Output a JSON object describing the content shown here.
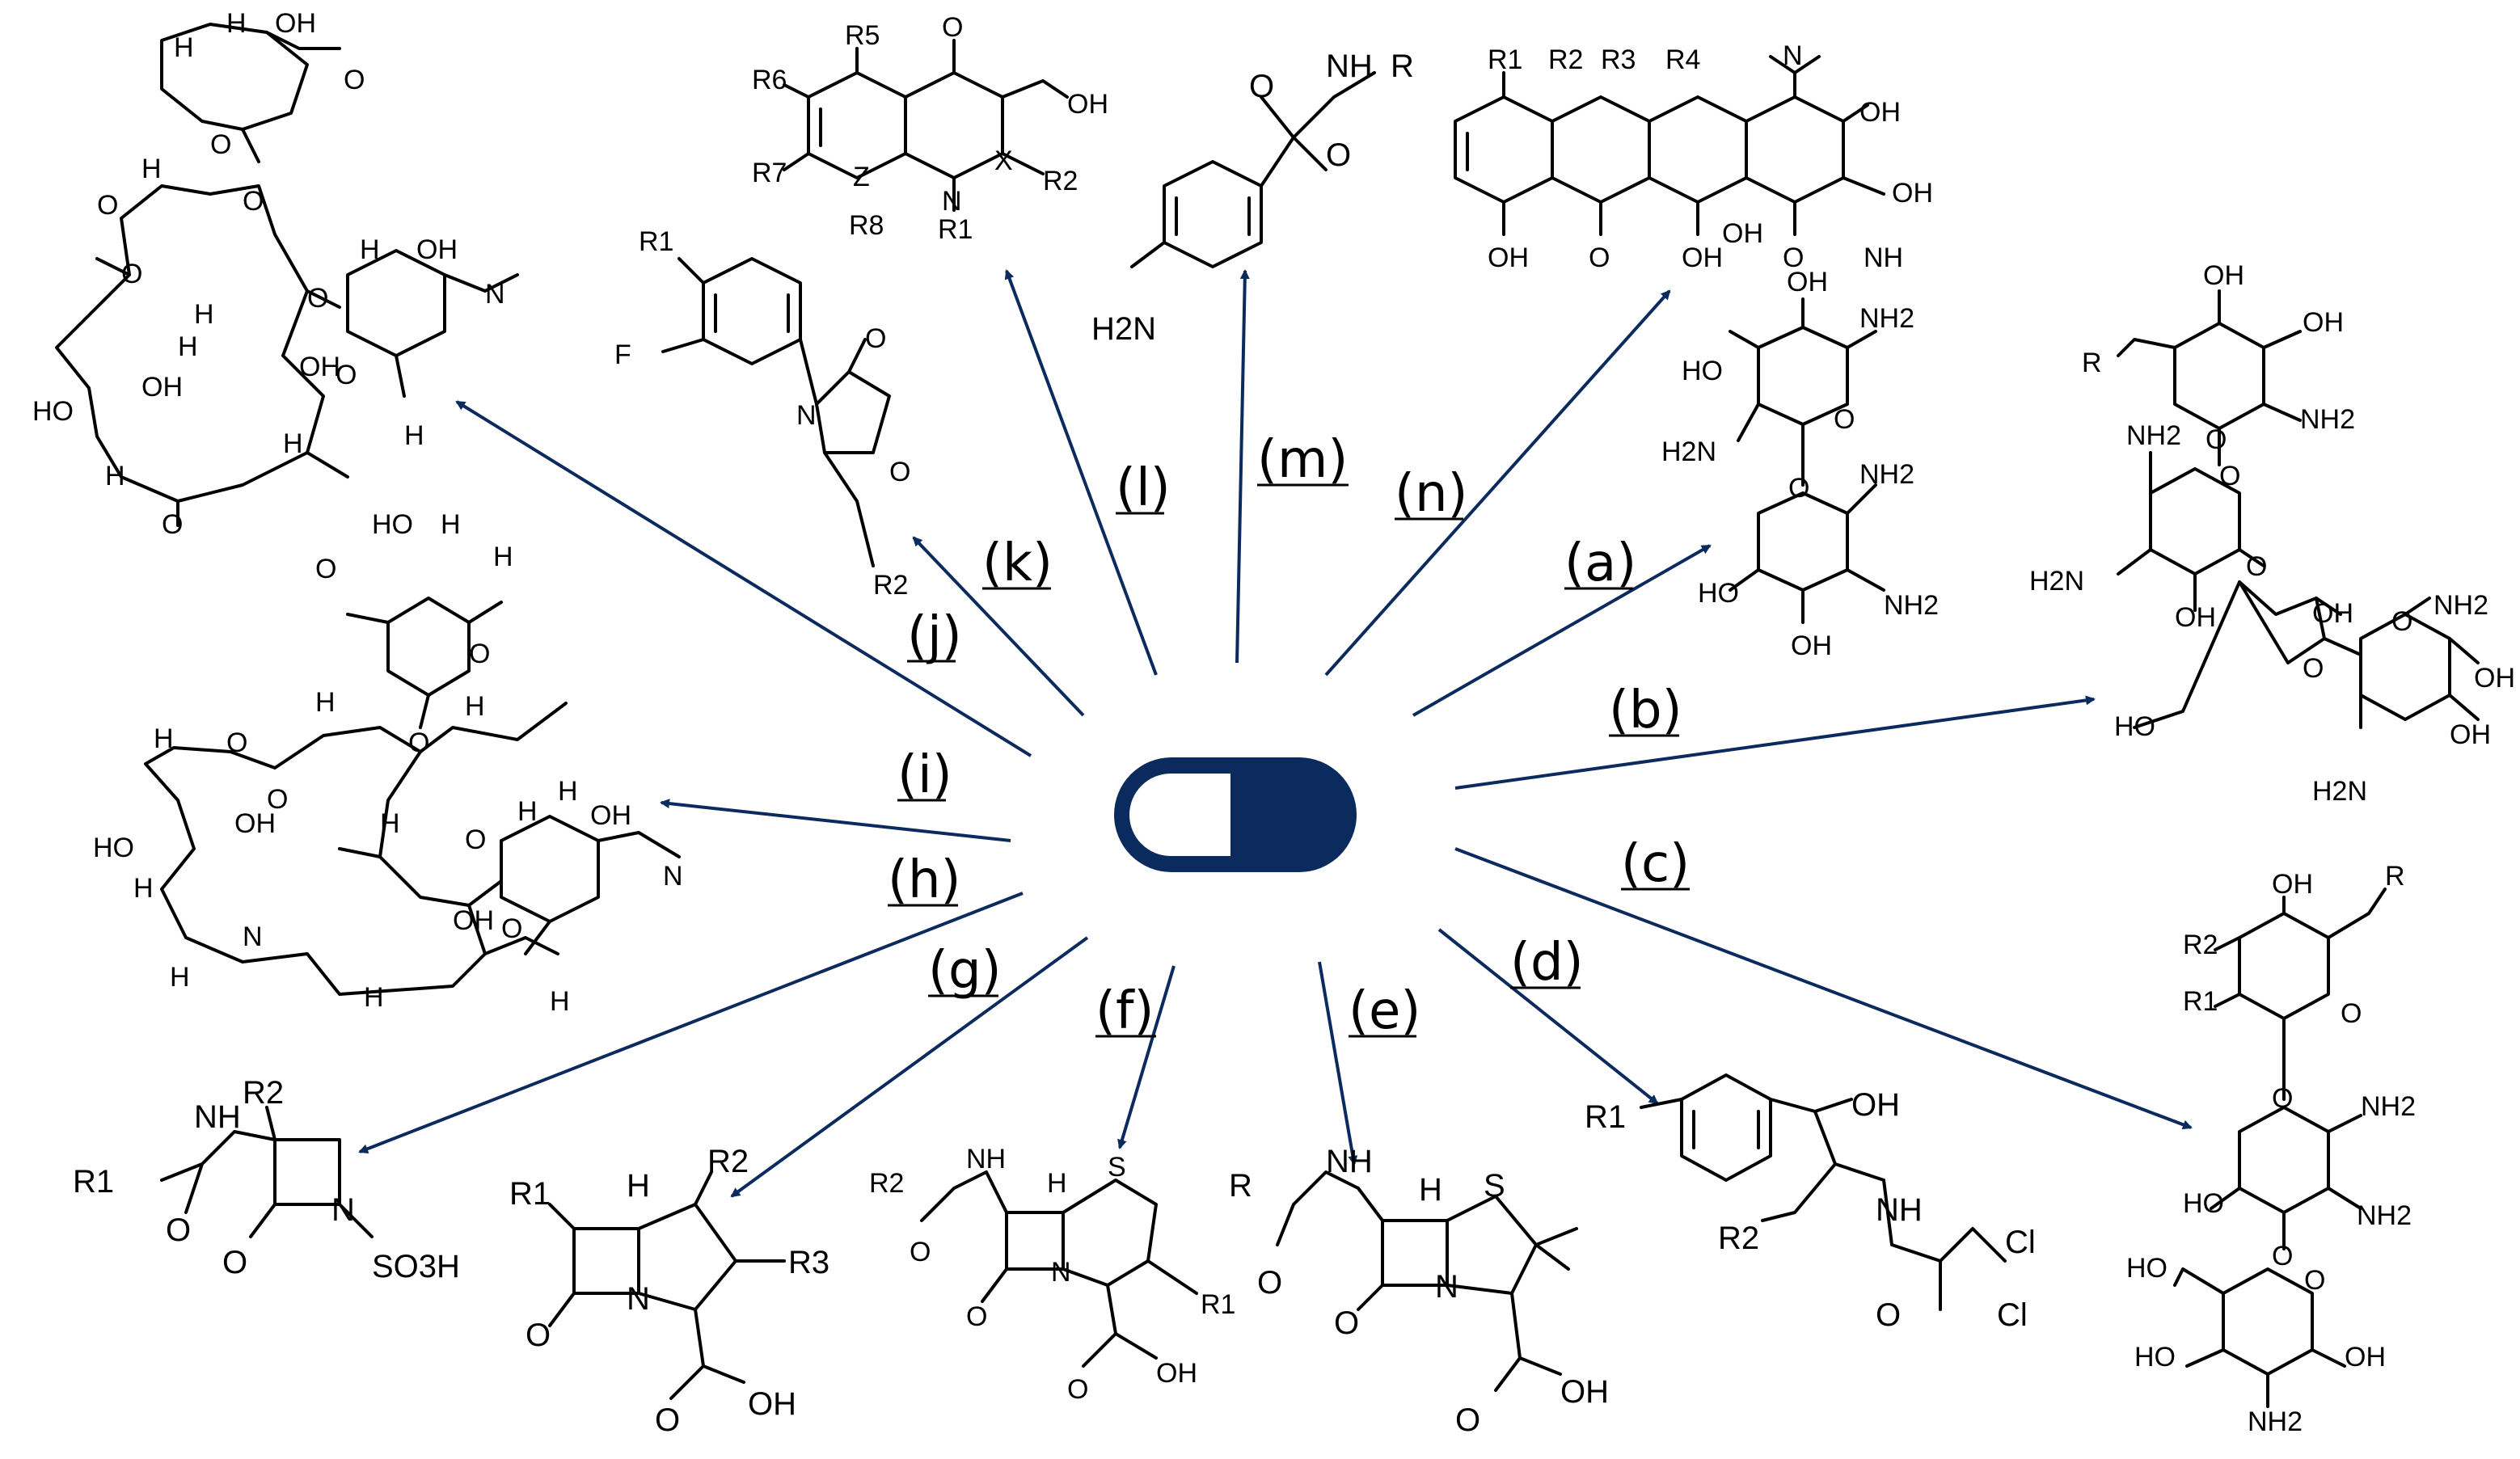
{
  "figure": {
    "center_icon": "capsule-icon",
    "arrow_color": "#0b2a5e",
    "capsule_color": "#0b2a5e",
    "labels": {
      "a": "(a)",
      "b": "(b)",
      "c": "(c)",
      "d": "(d)",
      "e": "(e)",
      "f": "(f)",
      "g": "(g)",
      "h": "(h)",
      "i": "(i)",
      "j": "(j)",
      "k": "(k)",
      "l": "(l)",
      "m": "(m)",
      "n": "(n)"
    },
    "atoms": {
      "oh": "OH",
      "ho": "HO",
      "h": "H",
      "o": "O",
      "n": "N",
      "s": "S",
      "f": "F",
      "x": "X",
      "z": "Z",
      "nh2": "NH2",
      "h2n": "H2N",
      "nh": "NH",
      "cl": "Cl",
      "so3h": "SO3H",
      "r": "R",
      "r1": "R1",
      "r2": "R2",
      "r3": "R3",
      "r4": "R4",
      "r5": "R5",
      "r6": "R6",
      "r7": "R7",
      "r8": "R8",
      "ome": "O"
    }
  }
}
